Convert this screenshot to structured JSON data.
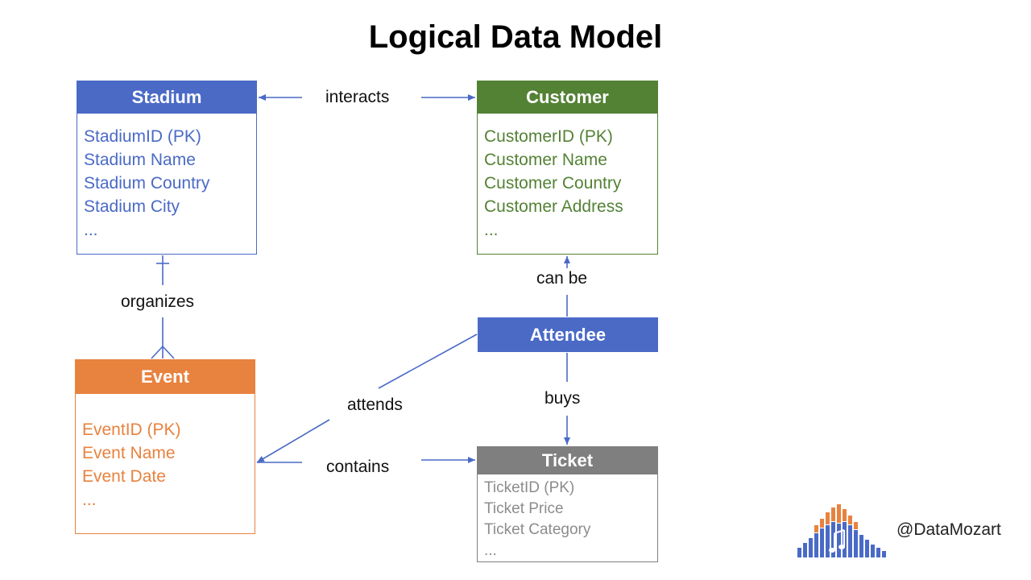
{
  "title": "Logical Data Model",
  "colors": {
    "stadium": "#4a6ac6",
    "customer": "#548235",
    "event": "#e8823f",
    "attendee": "#4a6ac6",
    "ticket": "#7f7f7f",
    "connector": "#4a6ac6"
  },
  "entities": {
    "stadium": {
      "name": "Stadium",
      "attributes": [
        "StadiumID (PK)",
        "Stadium Name",
        "Stadium Country",
        "Stadium City",
        "..."
      ]
    },
    "customer": {
      "name": "Customer",
      "attributes": [
        "CustomerID (PK)",
        "Customer Name",
        "Customer Country",
        "Customer Address",
        "..."
      ]
    },
    "event": {
      "name": "Event",
      "attributes": [
        "EventID (PK)",
        "Event Name",
        "Event Date",
        "..."
      ]
    },
    "attendee": {
      "name": "Attendee",
      "attributes": []
    },
    "ticket": {
      "name": "Ticket",
      "attributes": [
        "TicketID (PK)",
        "Ticket Price",
        "Ticket Category",
        "..."
      ]
    }
  },
  "relationships": {
    "interacts": "interacts",
    "organizes": "organizes",
    "can_be": "can be",
    "attends": "attends",
    "buys": "buys",
    "contains": "contains"
  },
  "branding": {
    "handle": "@DataMozart",
    "logo_icon": "music-bars-logo-icon"
  }
}
